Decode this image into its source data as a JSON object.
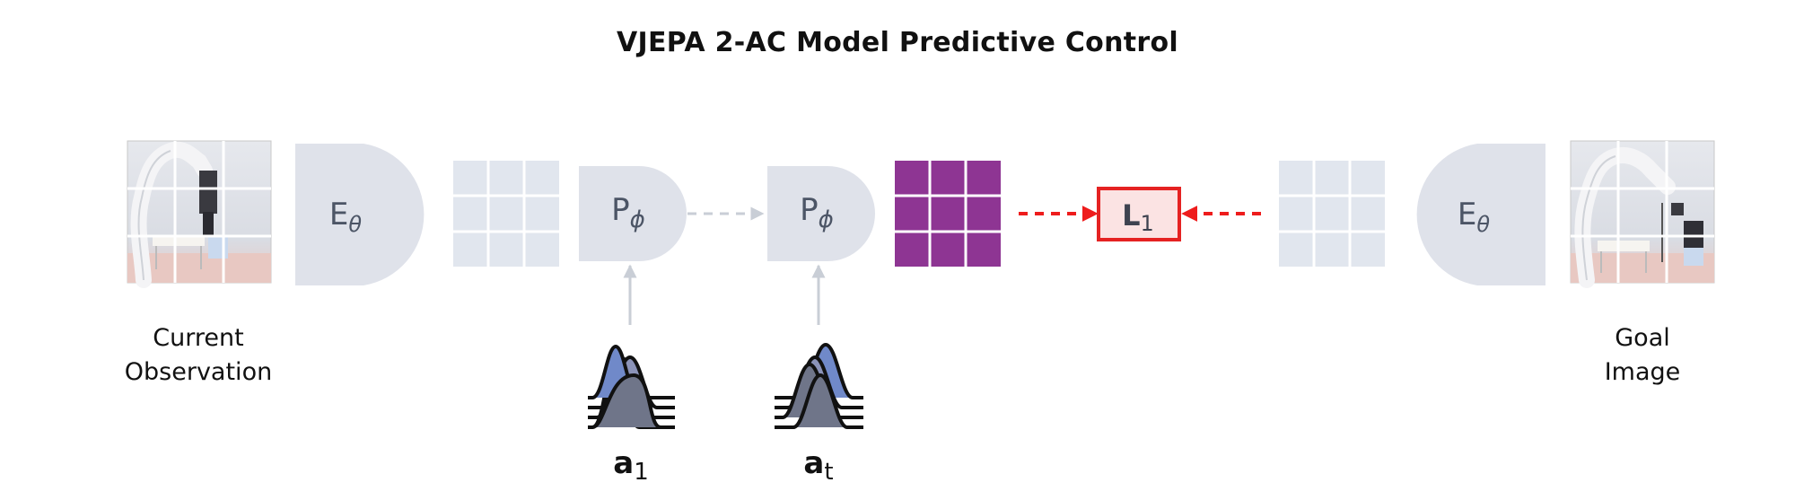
{
  "title": "VJEPA 2-AC Model Predictive Control",
  "labels": {
    "encoder_left": {
      "base": "E",
      "sub": "θ"
    },
    "predictor_1": {
      "base": "P",
      "sub": "ϕ"
    },
    "predictor_t": {
      "base": "P",
      "sub": "ϕ"
    },
    "encoder_right": {
      "base": "E",
      "sub": "θ"
    },
    "loss": {
      "base": "L",
      "sub": "1"
    },
    "action_1": {
      "base": "a",
      "sub": "1"
    },
    "action_t": {
      "base": "a",
      "sub": "t"
    }
  },
  "captions": {
    "current_line1": "Current",
    "current_line2": "Observation",
    "goal_line1": "Goal",
    "goal_line2": "Image"
  },
  "colors": {
    "block": "#dfe2ea",
    "grid_light": "#e1e6ee",
    "grid_prediction": "#8e3593",
    "loss_border": "#e52222",
    "loss_fill": "#fbe3e3",
    "loss_arrow": "#ee1c1c",
    "connector": "#c9ced6",
    "dist_dark": "#6f7589",
    "dist_mid": "#8b93b8",
    "dist_light": "#a9c3e4",
    "dist_blue": "#7089c9"
  }
}
